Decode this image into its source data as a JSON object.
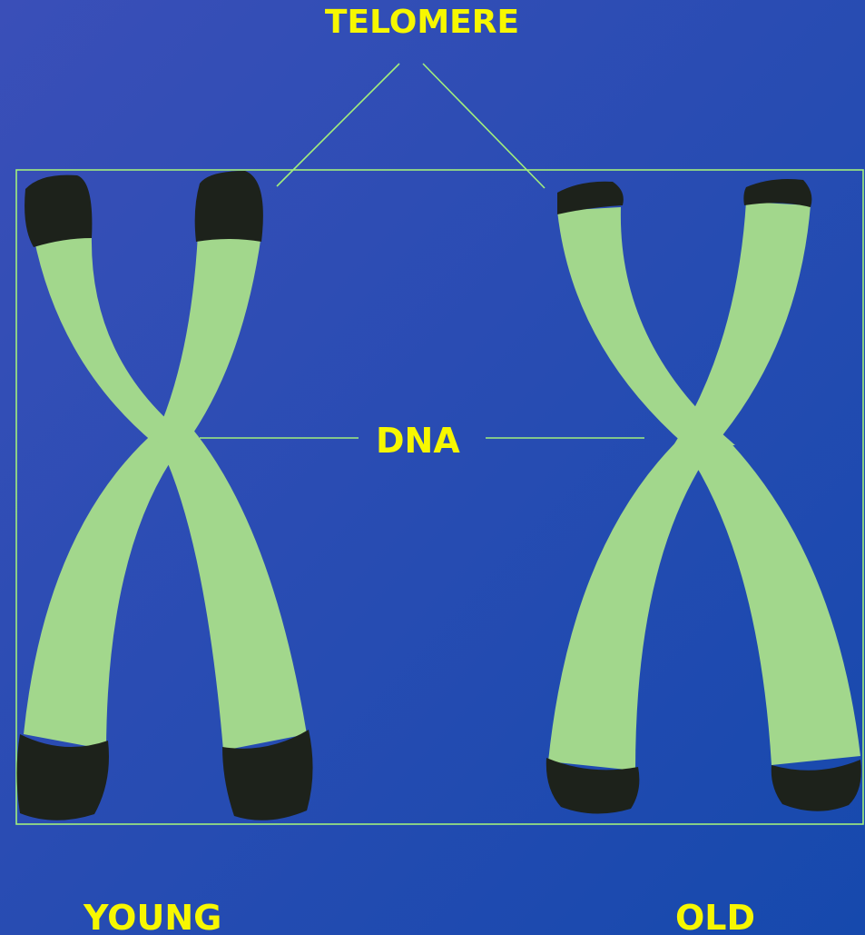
{
  "labels": {
    "telomere": "TELOMERE",
    "dna": "DNA",
    "young": "YOUNG",
    "old": "OLD"
  },
  "colors": {
    "background_start": "#3a4fb8",
    "background_end": "#1649ad",
    "label_text": "#f7f700",
    "chromosome_body": "#a2d78c",
    "telomere_cap": "#1d221b",
    "guide_line": "#a2ef7c"
  }
}
